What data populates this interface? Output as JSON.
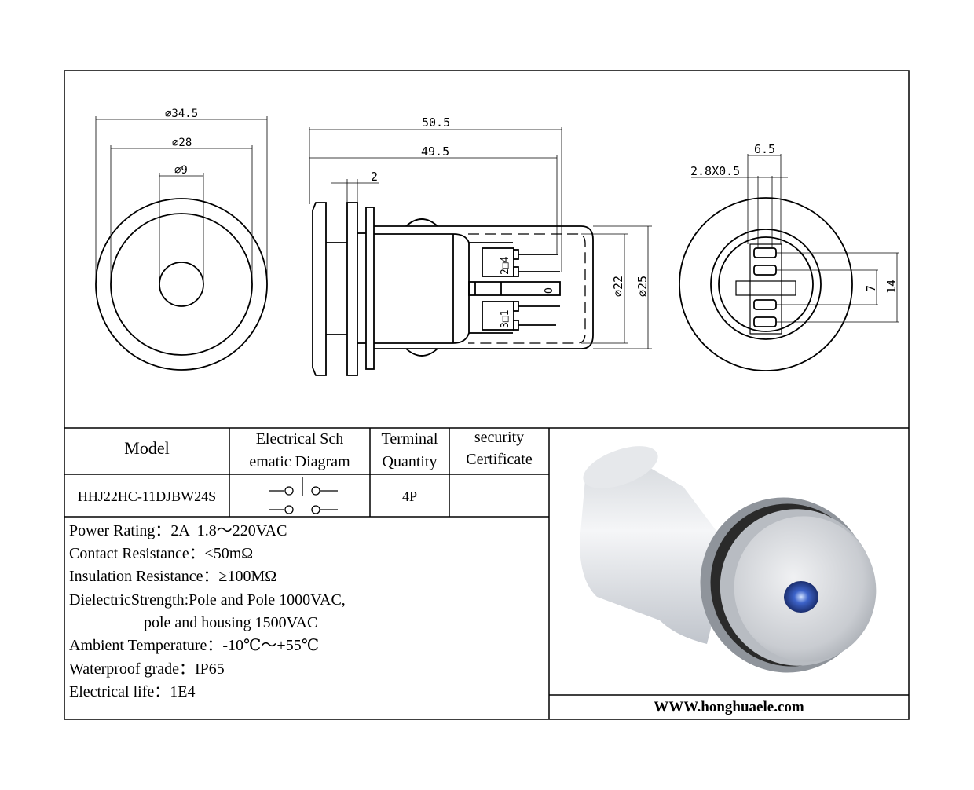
{
  "front_view": {
    "dim_outer": "⌀34.5",
    "dim_mid": "⌀28",
    "dim_inner": "⌀9"
  },
  "side_view": {
    "dim_total": "50.5",
    "dim_body": "49.5",
    "dim_flange": "2",
    "dim_d22": "⌀22",
    "dim_d25": "⌀25",
    "terminal_24": "2□4",
    "terminal_31": "3□1",
    "terminal_0": "O"
  },
  "rear_view": {
    "dim_width": "6.5",
    "dim_terminal": "2.8X0.5",
    "dim_7": "7",
    "dim_14": "14"
  },
  "table": {
    "headers": {
      "model": "Model",
      "schematic_1": "Electrical Sch",
      "schematic_2": "ematic Diagram",
      "terminal_1": "Terminal",
      "terminal_2": "Quantity",
      "security_1": "security",
      "security_2": "Certificate"
    },
    "row": {
      "model": "HHJ22HC-11DJBW24S",
      "terminal_quantity": "4P",
      "certificate": ""
    }
  },
  "specs": [
    "Power Rating：2A  1.8～220VAC",
    "Contact Resistance：≤50mΩ",
    "Insulation Resistance：≥100MΩ",
    "DielectricStrength:Pole and Pole 1000VAC,",
    "                   pole and housing 1500VAC",
    "Ambient Temperature：-10℃～+55℃",
    "Waterproof grade：IP65",
    "Electrical life：1E4"
  ],
  "website": "WWW.honghuaele.com"
}
